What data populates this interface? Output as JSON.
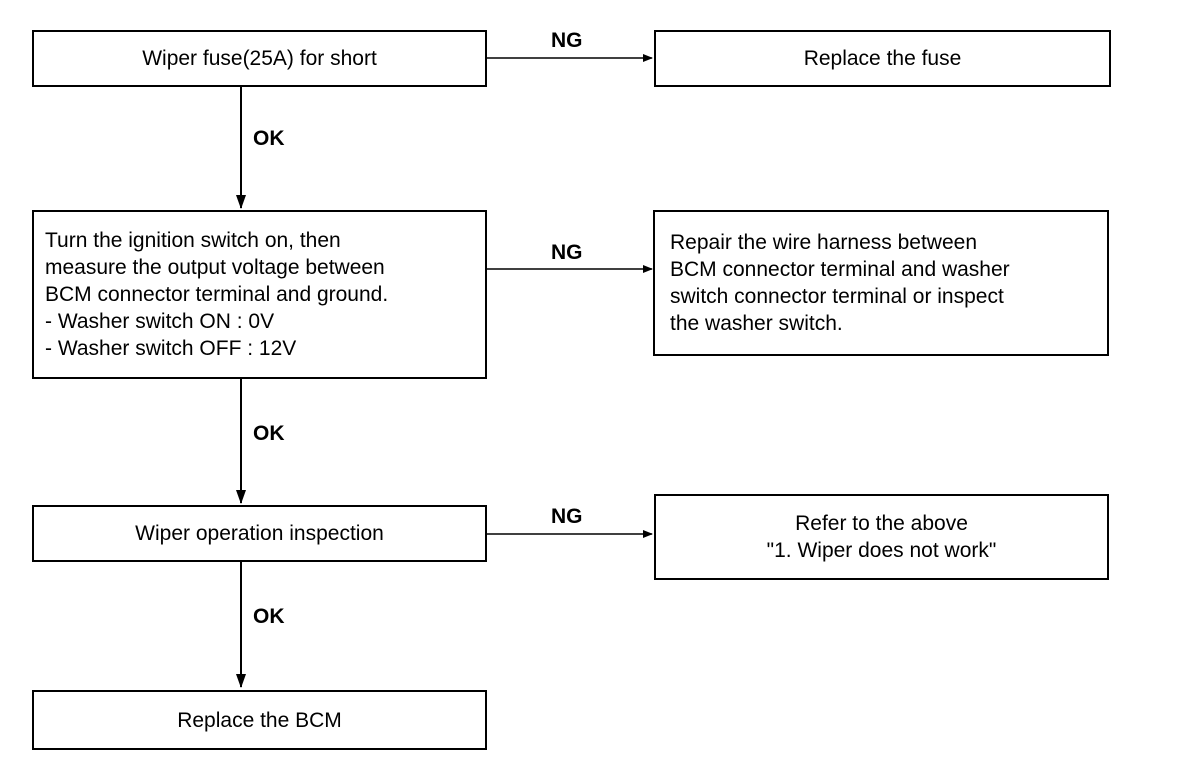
{
  "flowchart": {
    "steps": [
      {
        "check": "Wiper fuse(25A) for short",
        "ng_label": "NG",
        "ng_action": "Replace the fuse",
        "ok_label": "OK"
      },
      {
        "check": "Turn the ignition switch on, then\nmeasure the output voltage between\nBCM connector terminal and ground.\n- Washer switch ON : 0V\n- Washer switch OFF : 12V",
        "ng_label": "NG",
        "ng_action": "Repair the wire harness between\nBCM connector terminal and washer\nswitch connector terminal or inspect\nthe washer switch.",
        "ok_label": "OK"
      },
      {
        "check": "Wiper operation inspection",
        "ng_label": "NG",
        "ng_action": "Refer to the above\n\"1. Wiper does not work\"",
        "ok_label": "OK"
      }
    ],
    "final_action": "Replace the BCM"
  }
}
